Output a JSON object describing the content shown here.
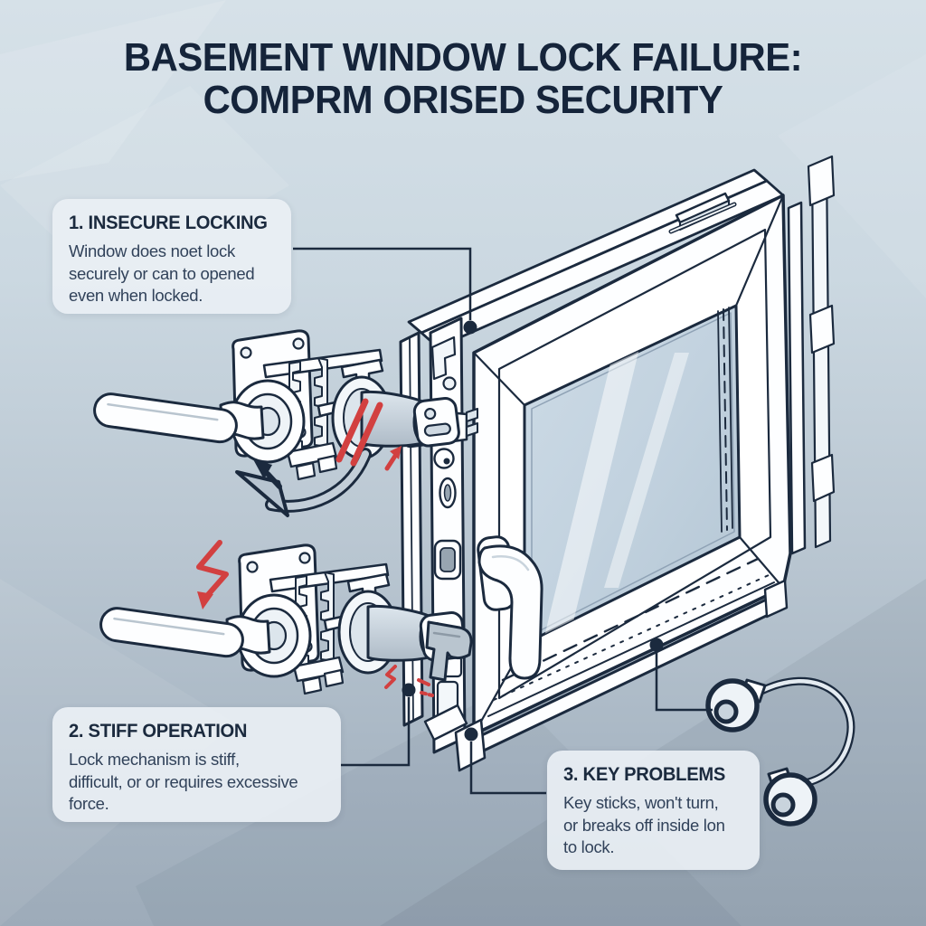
{
  "title": {
    "line1": "BASEMENT WINDOW LOCK FAILURE:",
    "line2": "COMPRM ORISED SECURITY"
  },
  "callouts": [
    {
      "heading": "1. INSECURE LOCKING",
      "body": "Window does noet lock\nsecurely or can to opened\neven when locked."
    },
    {
      "heading": "2. STIFF OPERATION",
      "body": "Lock mechanism is stiff,\ndifficult, or or requires excessive\nforce."
    },
    {
      "heading": "3. KEY PROBLEMS",
      "body": "Key sticks, won't turn,\nor breaks off inside lon\nto lock."
    }
  ],
  "colors": {
    "ink": "#1b2a3e",
    "accent_red": "#d24040",
    "background_top": "#d6e1e8",
    "background_bottom": "#9dabb9",
    "callout_background": "#e9eff4",
    "glass": "#c6d4e1",
    "metal_gray": "#c3ced8"
  }
}
